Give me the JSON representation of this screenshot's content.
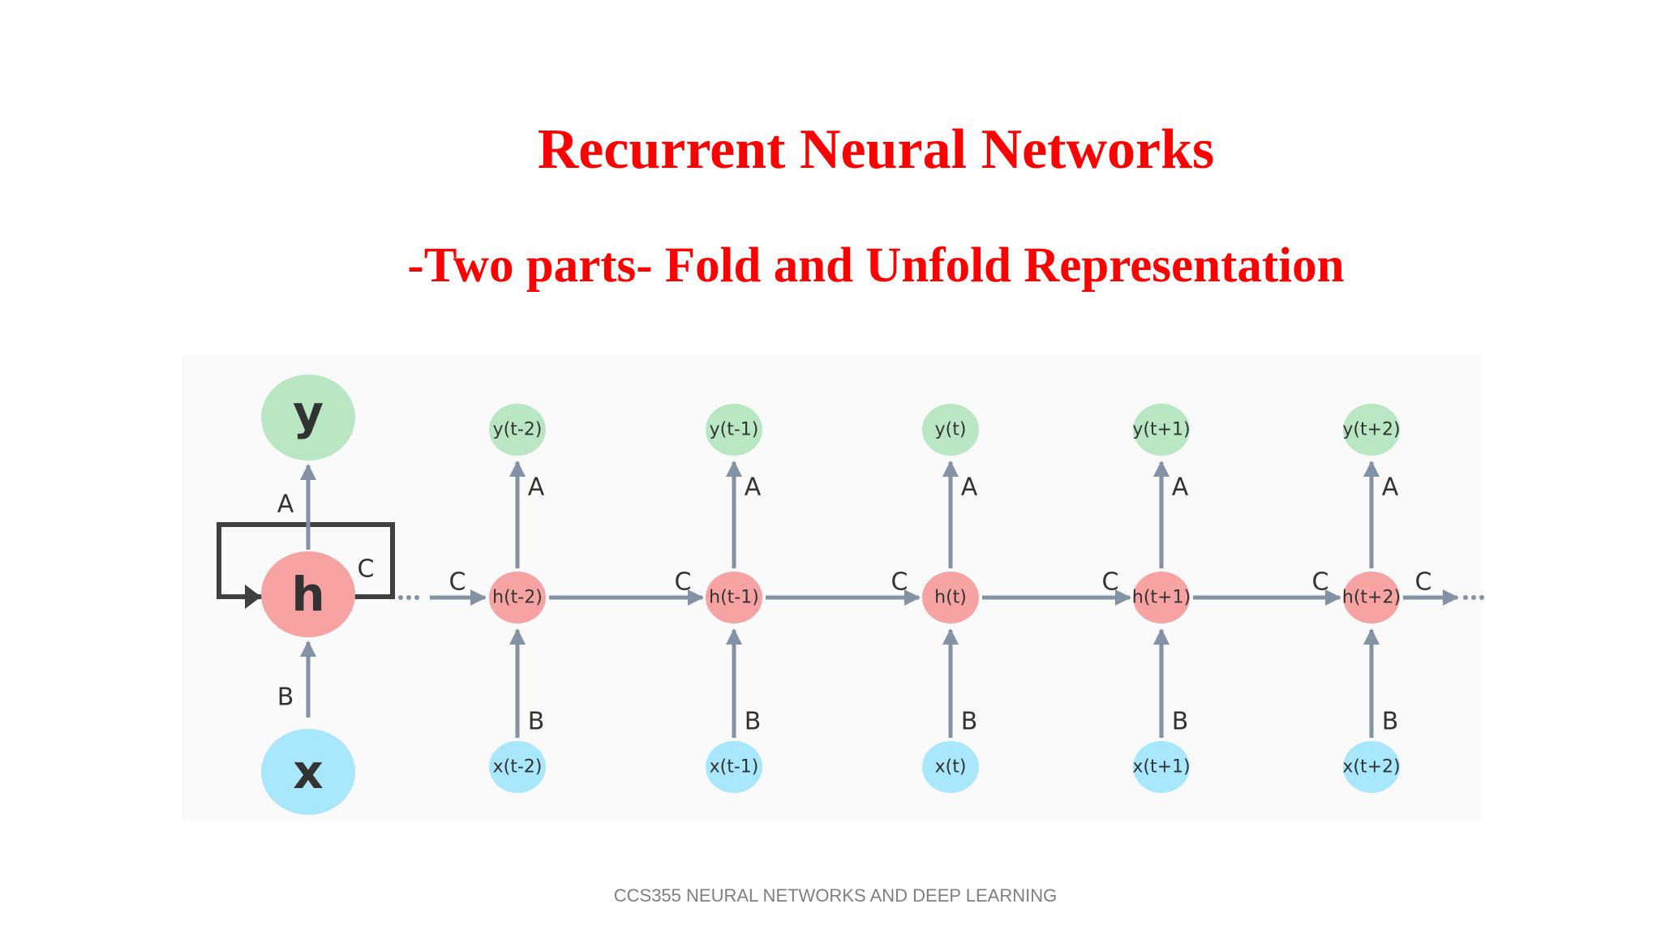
{
  "slide": {
    "title": "Recurrent Neural Networks",
    "subtitle": "-Two parts- Fold and Unfold Representation",
    "footer": "CCS355  NEURAL NETWORKS AND DEEP LEARNING"
  },
  "diagram": {
    "colors": {
      "output_node": "#b9e6c3",
      "hidden_node": "#f7a3a3",
      "input_node": "#a8e7fc",
      "arrow": "#8492a6",
      "loop": "#404040",
      "text": "#333333",
      "panel": "#fafafa"
    },
    "folded": {
      "output": "y",
      "hidden": "h",
      "input": "x",
      "edge_output": "A",
      "edge_recurrent": "C",
      "edge_input": "B"
    },
    "ellipsis": "···",
    "edge_labels": {
      "output": "A",
      "recurrent": "C",
      "input": "B"
    },
    "unfolded": [
      {
        "output": "y(t-2)",
        "hidden": "h(t-2)",
        "input": "x(t-2)"
      },
      {
        "output": "y(t-1)",
        "hidden": "h(t-1)",
        "input": "x(t-1)"
      },
      {
        "output": "y(t)",
        "hidden": "h(t)",
        "input": "x(t)"
      },
      {
        "output": "y(t+1)",
        "hidden": "h(t+1)",
        "input": "x(t+1)"
      },
      {
        "output": "y(t+2)",
        "hidden": "h(t+2)",
        "input": "x(t+2)"
      }
    ]
  }
}
